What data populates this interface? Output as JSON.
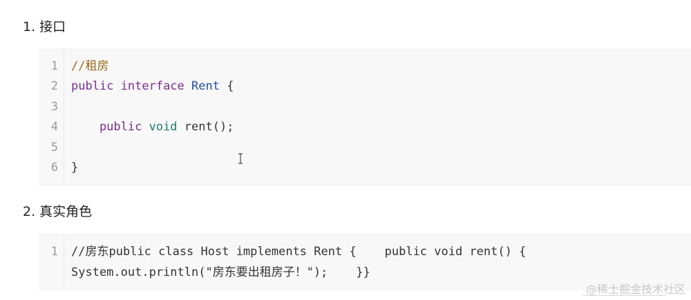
{
  "sections": [
    {
      "heading": "1. 接口",
      "lines": [
        {
          "num": "1",
          "tokens": [
            {
              "text": "//租房",
              "cls": "comment"
            }
          ]
        },
        {
          "num": "2",
          "tokens": [
            {
              "text": "public ",
              "cls": "kw-purple"
            },
            {
              "text": "interface ",
              "cls": "kw-purple"
            },
            {
              "text": "Rent",
              "cls": "cls"
            },
            {
              "text": " {",
              "cls": "plain"
            }
          ]
        },
        {
          "num": "3",
          "tokens": []
        },
        {
          "num": "4",
          "tokens": [
            {
              "text": "    public ",
              "cls": "kw-purple"
            },
            {
              "text": "void ",
              "cls": "kw-teal"
            },
            {
              "text": "rent();",
              "cls": "plain"
            }
          ]
        },
        {
          "num": "5",
          "tokens": []
        },
        {
          "num": "6",
          "tokens": [
            {
              "text": "}",
              "cls": "plain"
            }
          ]
        }
      ]
    },
    {
      "heading": "2. 真实角色",
      "lines": [
        {
          "num": "1",
          "tokens": [
            {
              "text": "//房东public class Host implements Rent {    public void rent() {",
              "cls": "plain"
            }
          ]
        },
        {
          "num": "",
          "tokens": [
            {
              "text": "System.out.println(\"房东要出租房子！\");    }}",
              "cls": "plain"
            }
          ]
        }
      ]
    }
  ],
  "watermark": "@稀土掘金技术社区",
  "icons": {
    "text_cursor": "i-beam-cursor-icon"
  }
}
